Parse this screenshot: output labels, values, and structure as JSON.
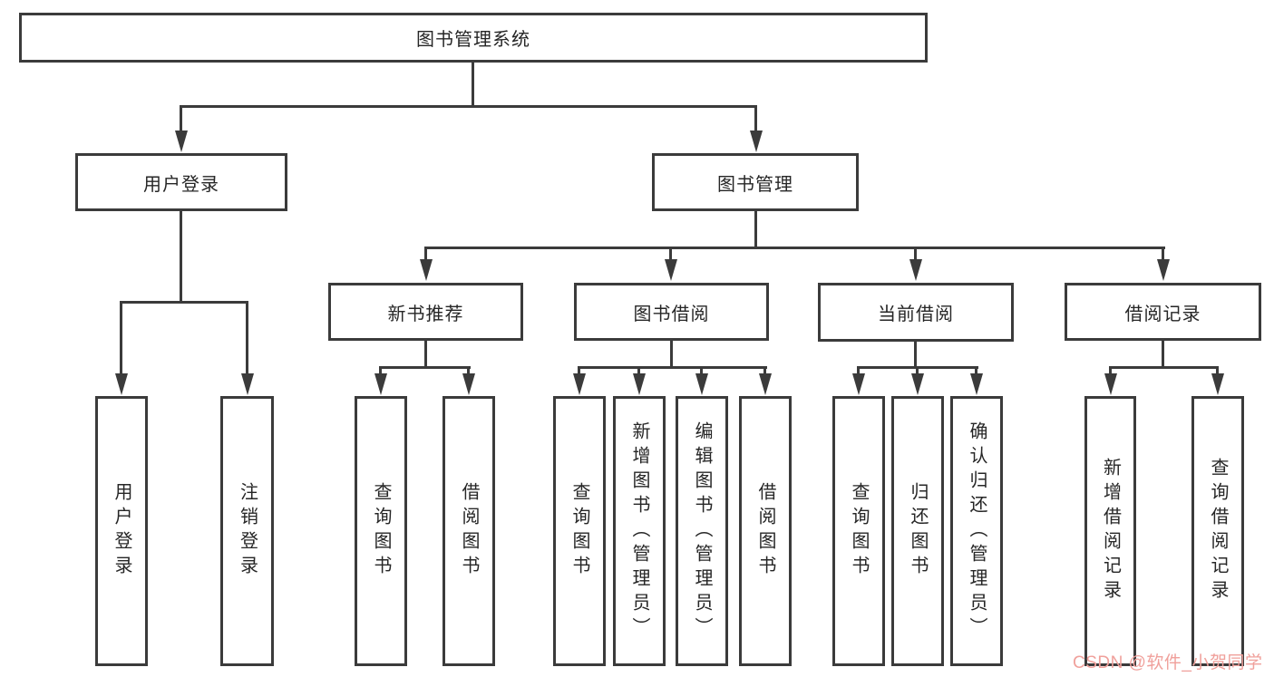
{
  "diagram": {
    "title": "图书管理系统",
    "nodes": [
      {
        "id": "root",
        "label": "图书管理系统"
      },
      {
        "id": "user-login",
        "label": "用户登录"
      },
      {
        "id": "book-management",
        "label": "图书管理"
      },
      {
        "id": "new-book-recommend",
        "label": "新书推荐"
      },
      {
        "id": "book-borrowing",
        "label": "图书借阅"
      },
      {
        "id": "current-borrowing",
        "label": "当前借阅"
      },
      {
        "id": "borrowing-records",
        "label": "借阅记录"
      },
      {
        "id": "leaf-user-login",
        "label": "用户登录"
      },
      {
        "id": "leaf-logout",
        "label": "注销登录"
      },
      {
        "id": "leaf-query-books-1",
        "label": "查询图书"
      },
      {
        "id": "leaf-borrow-books-1",
        "label": "借阅图书"
      },
      {
        "id": "leaf-query-books-2",
        "label": "查询图书"
      },
      {
        "id": "leaf-add-books",
        "label": "新增图书（管理员）"
      },
      {
        "id": "leaf-edit-books",
        "label": "编辑图书（管理员）"
      },
      {
        "id": "leaf-borrow-books-2",
        "label": "借阅图书"
      },
      {
        "id": "leaf-query-books-3",
        "label": "查询图书"
      },
      {
        "id": "leaf-return-books",
        "label": "归还图书"
      },
      {
        "id": "leaf-confirm-return",
        "label": "确认归还（管理员）"
      },
      {
        "id": "leaf-add-borrow-record",
        "label": "新增借阅记录"
      },
      {
        "id": "leaf-query-borrow-record",
        "label": "查询借阅记录"
      }
    ]
  },
  "watermark": {
    "text": "CSDN @软件_小贺同学",
    "color": "#f0a09b"
  },
  "colors": {
    "line": "#3b3b3b",
    "box_border": "#3b3b3b",
    "box_background": "#ffffff",
    "text": "#262626",
    "page_background": "#ffffff"
  }
}
